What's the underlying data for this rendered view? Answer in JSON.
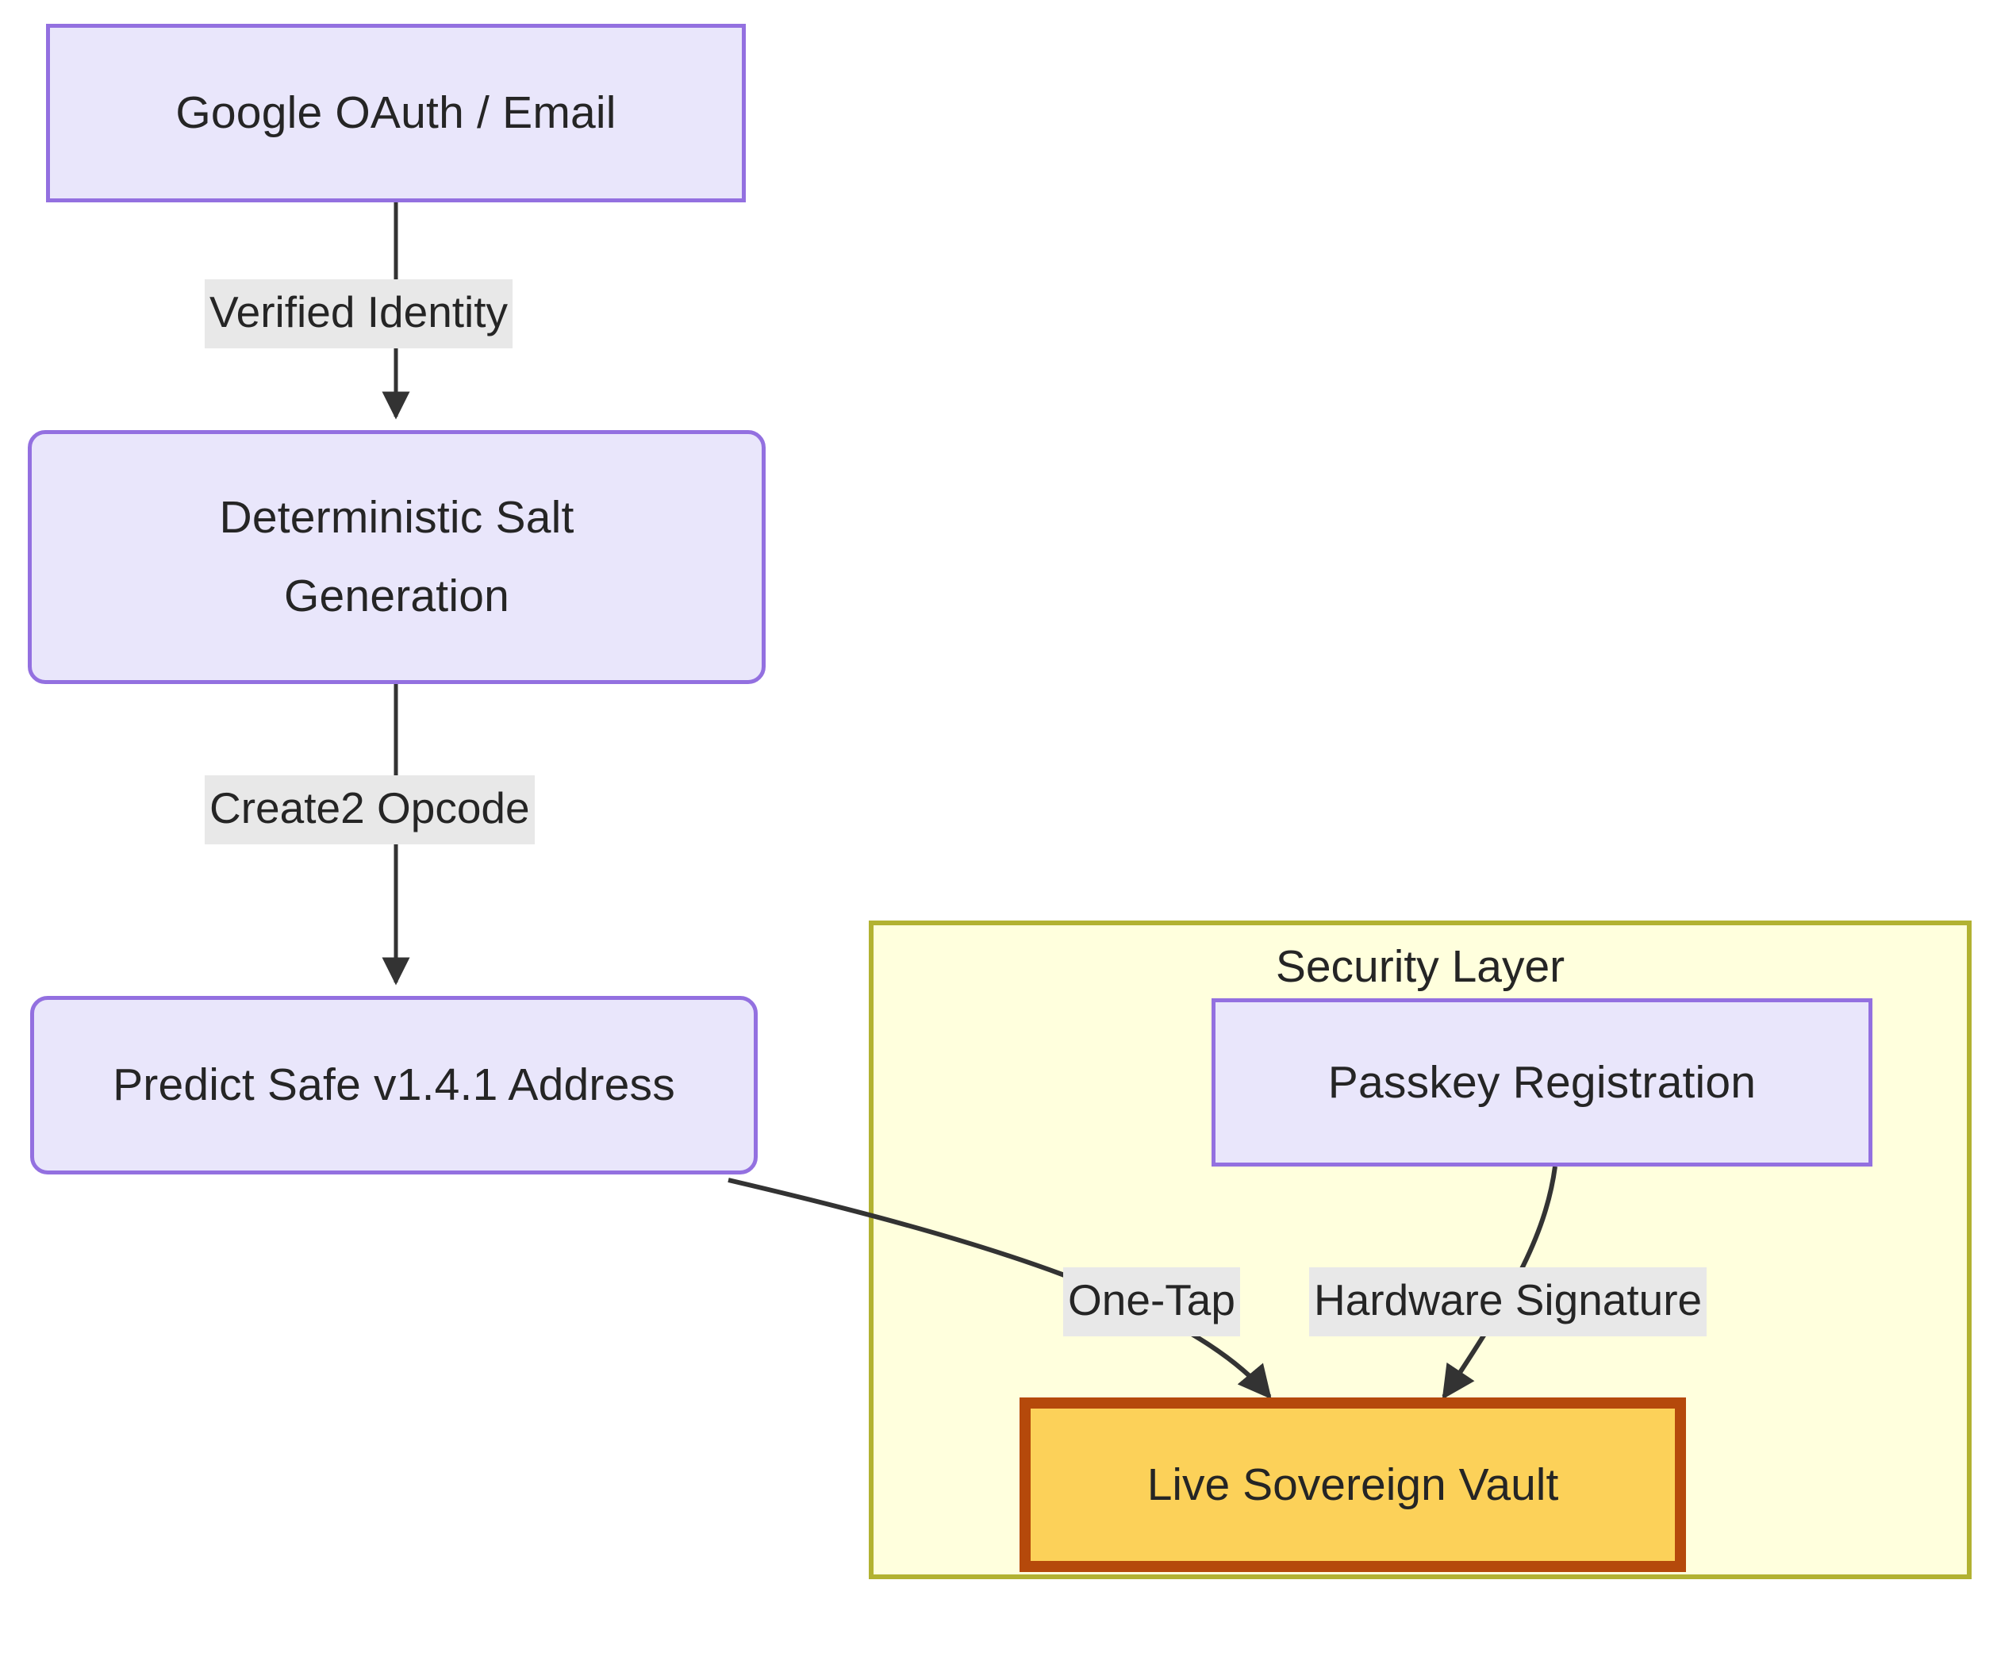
{
  "diagram": {
    "type": "flowchart",
    "direction": "top-down",
    "title": "",
    "colors": {
      "node_fill": "#e9e6fb",
      "node_stroke": "#9370e0",
      "vault_fill": "#fcd159",
      "vault_stroke": "#b5490b",
      "cluster_fill": "#ffffdd",
      "cluster_stroke": "#b2b232",
      "edge_stroke": "#333333",
      "edge_label_bg": "#e8e8e8",
      "text": "#252525"
    },
    "nodes": [
      {
        "id": "oauth",
        "label": "Google OAuth / Email",
        "shape": "rect"
      },
      {
        "id": "salt",
        "label": "Deterministic Salt\nGeneration",
        "shape": "rounded"
      },
      {
        "id": "predict",
        "label": "Predict Safe v1.4.1 Address",
        "shape": "rounded"
      },
      {
        "id": "passkey",
        "label": "Passkey Registration",
        "shape": "rect"
      },
      {
        "id": "vault",
        "label": "Live Sovereign Vault",
        "shape": "rect"
      }
    ],
    "node_labels": {
      "oauth": "Google OAuth / Email",
      "salt_line1": "Deterministic Salt",
      "salt_line2": "Generation",
      "predict": "Predict Safe v1.4.1 Address",
      "passkey": "Passkey Registration",
      "vault": "Live Sovereign Vault"
    },
    "clusters": [
      {
        "id": "security",
        "label": "Security Layer",
        "members": [
          "passkey",
          "vault"
        ]
      }
    ],
    "cluster_labels": {
      "security": "Security Layer"
    },
    "edges": [
      {
        "from": "oauth",
        "to": "salt",
        "label": "Verified Identity"
      },
      {
        "from": "salt",
        "to": "predict",
        "label": "Create2 Opcode"
      },
      {
        "from": "predict",
        "to": "vault",
        "label": "One-Tap"
      },
      {
        "from": "passkey",
        "to": "vault",
        "label": "Hardware Signature"
      }
    ],
    "edge_labels": {
      "verified_identity": "Verified Identity",
      "create2_opcode": "Create2 Opcode",
      "one_tap": "One-Tap",
      "hardware_signature": "Hardware Signature"
    }
  }
}
